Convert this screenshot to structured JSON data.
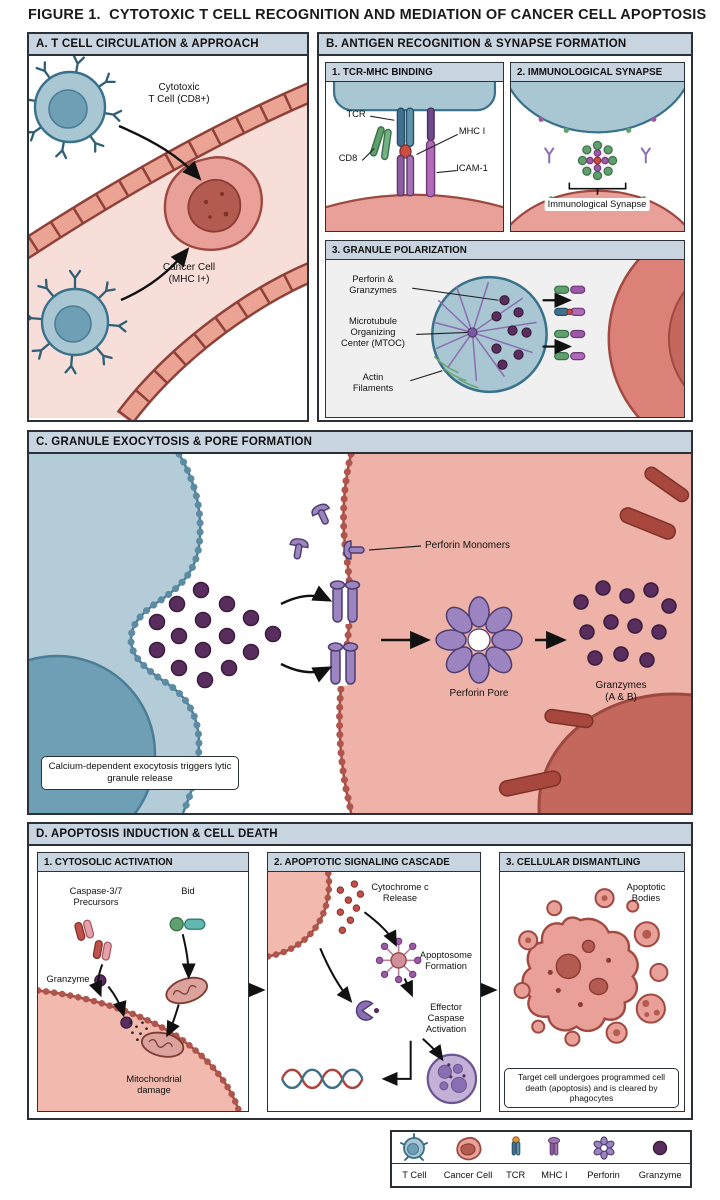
{
  "figure": {
    "title": "FIGURE 1.  CYTOTOXIC T CELL RECOGNITION AND MEDIATION OF CANCER CELL APOPTOSIS"
  },
  "colors": {
    "header_bar": "#c8d4e0",
    "panel_border": "#2b3137",
    "t_cell": "#a9c6d3",
    "t_cell_nucleus": "#6f9fb5",
    "cancer_cell": "#e9a098",
    "cancer_nucleus": "#b45b51",
    "granzyme": "#5a2d5f",
    "perforin": "#9c84c0",
    "green_molecule": "#5fa06c",
    "magenta_molecule": "#9b59a8",
    "cytochrome_red": "#c0504a"
  },
  "panel_a": {
    "header": "A. T CELL CIRCULATION & APPROACH",
    "t_cell_label": [
      "Cytotoxic",
      "T Cell (CD8+)"
    ],
    "cancer_cell_label": [
      "Cancer Cell",
      "(MHC I+)"
    ]
  },
  "panel_b": {
    "header": "B. ANTIGEN RECOGNITION & SYNAPSE FORMATION",
    "sub1": {
      "header": "1. TCR-MHC BINDING",
      "tcr": "TCR",
      "mhc": "MHC I",
      "cd8": "CD8",
      "icam": "ICAM-1"
    },
    "sub2": {
      "header": "2. IMMUNOLOGICAL SYNAPSE",
      "synapse": "Immunological Synapse"
    },
    "sub3": {
      "header": "3. GRANULE POLARIZATION",
      "perforin_granzymes": [
        "Perforin &",
        "Granzymes"
      ],
      "mtoc": [
        "Microtubule",
        "Organizing",
        "Center (MTOC)"
      ],
      "actin": [
        "Actin",
        "Filaments"
      ]
    }
  },
  "panel_c": {
    "header": "C. GRANULE EXOCYTOSIS & PORE FORMATION",
    "perforin_monomers": "Perforin Monomers",
    "perforin_pore": "Perforin Pore",
    "granzymes": [
      "Granzymes",
      "(A & B)"
    ],
    "note": "Calcium-dependent exocytosis triggers lytic granule release"
  },
  "panel_d": {
    "header": "D. APOPTOSIS INDUCTION & CELL DEATH",
    "sub1": {
      "header": "1. CYTOSOLIC ACTIVATION",
      "caspase": [
        "Caspase-3/7",
        "Precursors"
      ],
      "bid": "Bid",
      "granzyme": "Granzyme",
      "mito": [
        "Mitochondrial",
        "damage"
      ]
    },
    "sub2": {
      "header": "2. APOPTOTIC SIGNALING CASCADE",
      "cytochrome": [
        "Cytochrome c",
        "Release"
      ],
      "apoptosome": [
        "Apoptosome",
        "Formation"
      ],
      "effector": [
        "Effector",
        "Caspase",
        "Activation"
      ]
    },
    "sub3": {
      "header": "3. CELLULAR DISMANTLING",
      "bodies": [
        "Apoptotic",
        "Bodies"
      ],
      "note": "Target cell undergoes programmed cell death (apoptosis) and is cleared by phagocytes"
    }
  },
  "legend": {
    "items": [
      {
        "label": "T Cell",
        "icon": "t-cell-icon"
      },
      {
        "label": "Cancer Cell",
        "icon": "cancer-cell-icon"
      },
      {
        "label": "TCR",
        "icon": "tcr-icon"
      },
      {
        "label": "MHC I",
        "icon": "mhc-icon"
      },
      {
        "label": "Perforin",
        "icon": "perforin-icon"
      },
      {
        "label": "Granzyme",
        "icon": "granzyme-icon"
      }
    ]
  }
}
